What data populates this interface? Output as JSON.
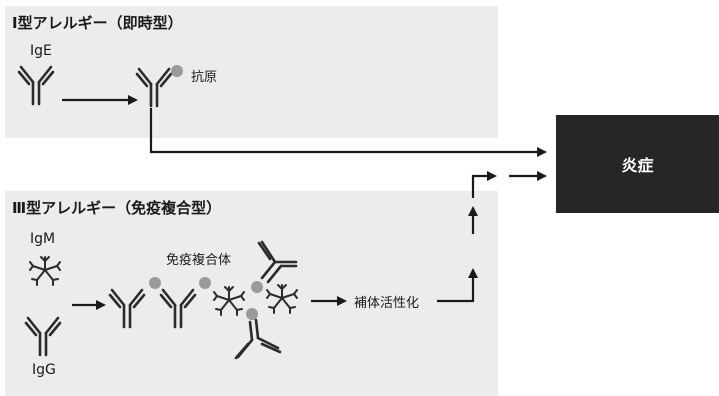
{
  "type1": {
    "title": "I型アレルギー（即時型）",
    "ige_label": "IgE",
    "antigen_label": "抗原"
  },
  "type3": {
    "title": "Ⅲ型アレルギー（免疫複合型）",
    "igm_label": "IgM",
    "igg_label": "IgG",
    "complex_label": "免疫複合体",
    "complement_label": "補体活性化"
  },
  "outcome": {
    "label": "炎症"
  },
  "colors": {
    "panel_bg": "#ececec",
    "outcome_bg": "#262626",
    "antigen_dot": "#9a9a9a",
    "antibody": "#2b2b2b"
  }
}
